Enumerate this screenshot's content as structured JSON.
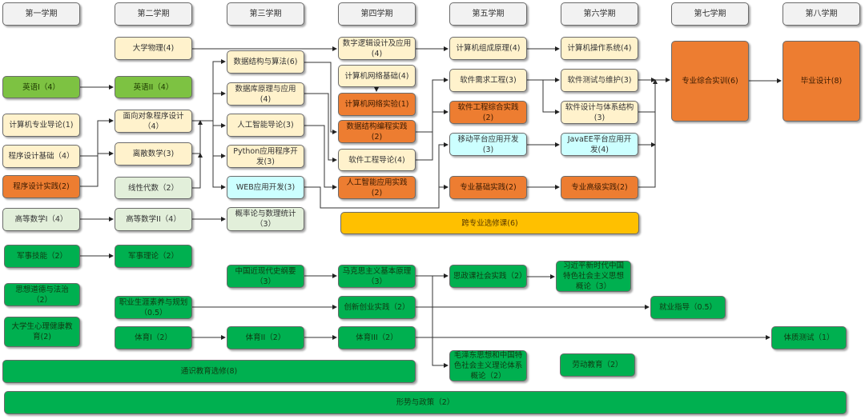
{
  "semesters": [
    "第一学期",
    "第二学期",
    "第三学期",
    "第四学期",
    "第五学期",
    "第六学期",
    "第七学期",
    "第八学期"
  ],
  "courses": {
    "physics": "大学物理(4)",
    "english1": "英语I（4）",
    "english2": "英语II（4）",
    "intro": "计算机专业导论(1)",
    "oop": "面向对象程序设计（4）",
    "progbasic": "程序设计基础（4）",
    "discrete": "离散数学(3)",
    "progpractice": "程序设计实践(2)",
    "linear": "线性代数（2）",
    "math1": "高等数学I（4）",
    "math2": "高等数学II（4）",
    "prob": "概率论与数理统计（3）",
    "ds": "数据结构与算法(6)",
    "db": "数据库原理与应用(4)",
    "ai": "人工智能导论(3)",
    "python": "Python应用程序开发(3)",
    "web": "WEB应用开发(3)",
    "digital": "数字逻辑设计及应用(4)",
    "net": "计算机网络基础(4)",
    "netlab": "计算机网络实验(1)",
    "dsprac": "数据结构编程实践(2)",
    "se": "软件工程导论(4)",
    "aiprac": "人工智能应用实践(2)",
    "arch": "计算机组成原理(4)",
    "req": "软件需求工程(3)",
    "seprac": "软件工程综合实践(2)",
    "mobile": "移动平台应用开发(3)",
    "basicprac": "专业基础实践(2)",
    "os": "计算机操作系统(4)",
    "test": "软件测试与维护(3)",
    "design": "软件设计与体系结构(3)",
    "javaee": "JavaEE平台应用开发(4)",
    "advprac": "专业高级实践(2)",
    "training": "专业综合实训(6)",
    "thesis": "毕业设计(8)",
    "cross": "跨专业选修课(6)",
    "milskill": "军事技能（2）",
    "miltheory": "军事理论（2）",
    "morality": "思想道德与法治（2）",
    "mental": "大学生心理健康教育(2)",
    "career": "职业生涯素养与规划（0.5）",
    "pe1": "体育I（2）",
    "history": "中国近现代史纲要（3）",
    "pe2": "体育II（2）",
    "marx": "马克思主义基本原理（3）",
    "innov": "创新创业实践（2）",
    "pe3": "体育III（2）",
    "ideopractice": "思政课社会实践（2）",
    "xi": "习近平新时代中国特色社会主义思想概论（3）",
    "job": "就业指导（0.5）",
    "fitness": "体质测试（1）",
    "mao": "毛泽东思想和中国特色社会主义理论体系概论（2）",
    "labor": "劳动教育（2）",
    "general": "通识教育选修(8)",
    "policy": "形势与政策（2）"
  },
  "colors": {
    "core": "#fff2cc",
    "practice": "#ed7d31",
    "english": "#7dc242",
    "math": "#e2efda",
    "elective": "#ccffff",
    "cross": "#ffc000",
    "general": "#00b050",
    "header": "#f2f2f2"
  }
}
